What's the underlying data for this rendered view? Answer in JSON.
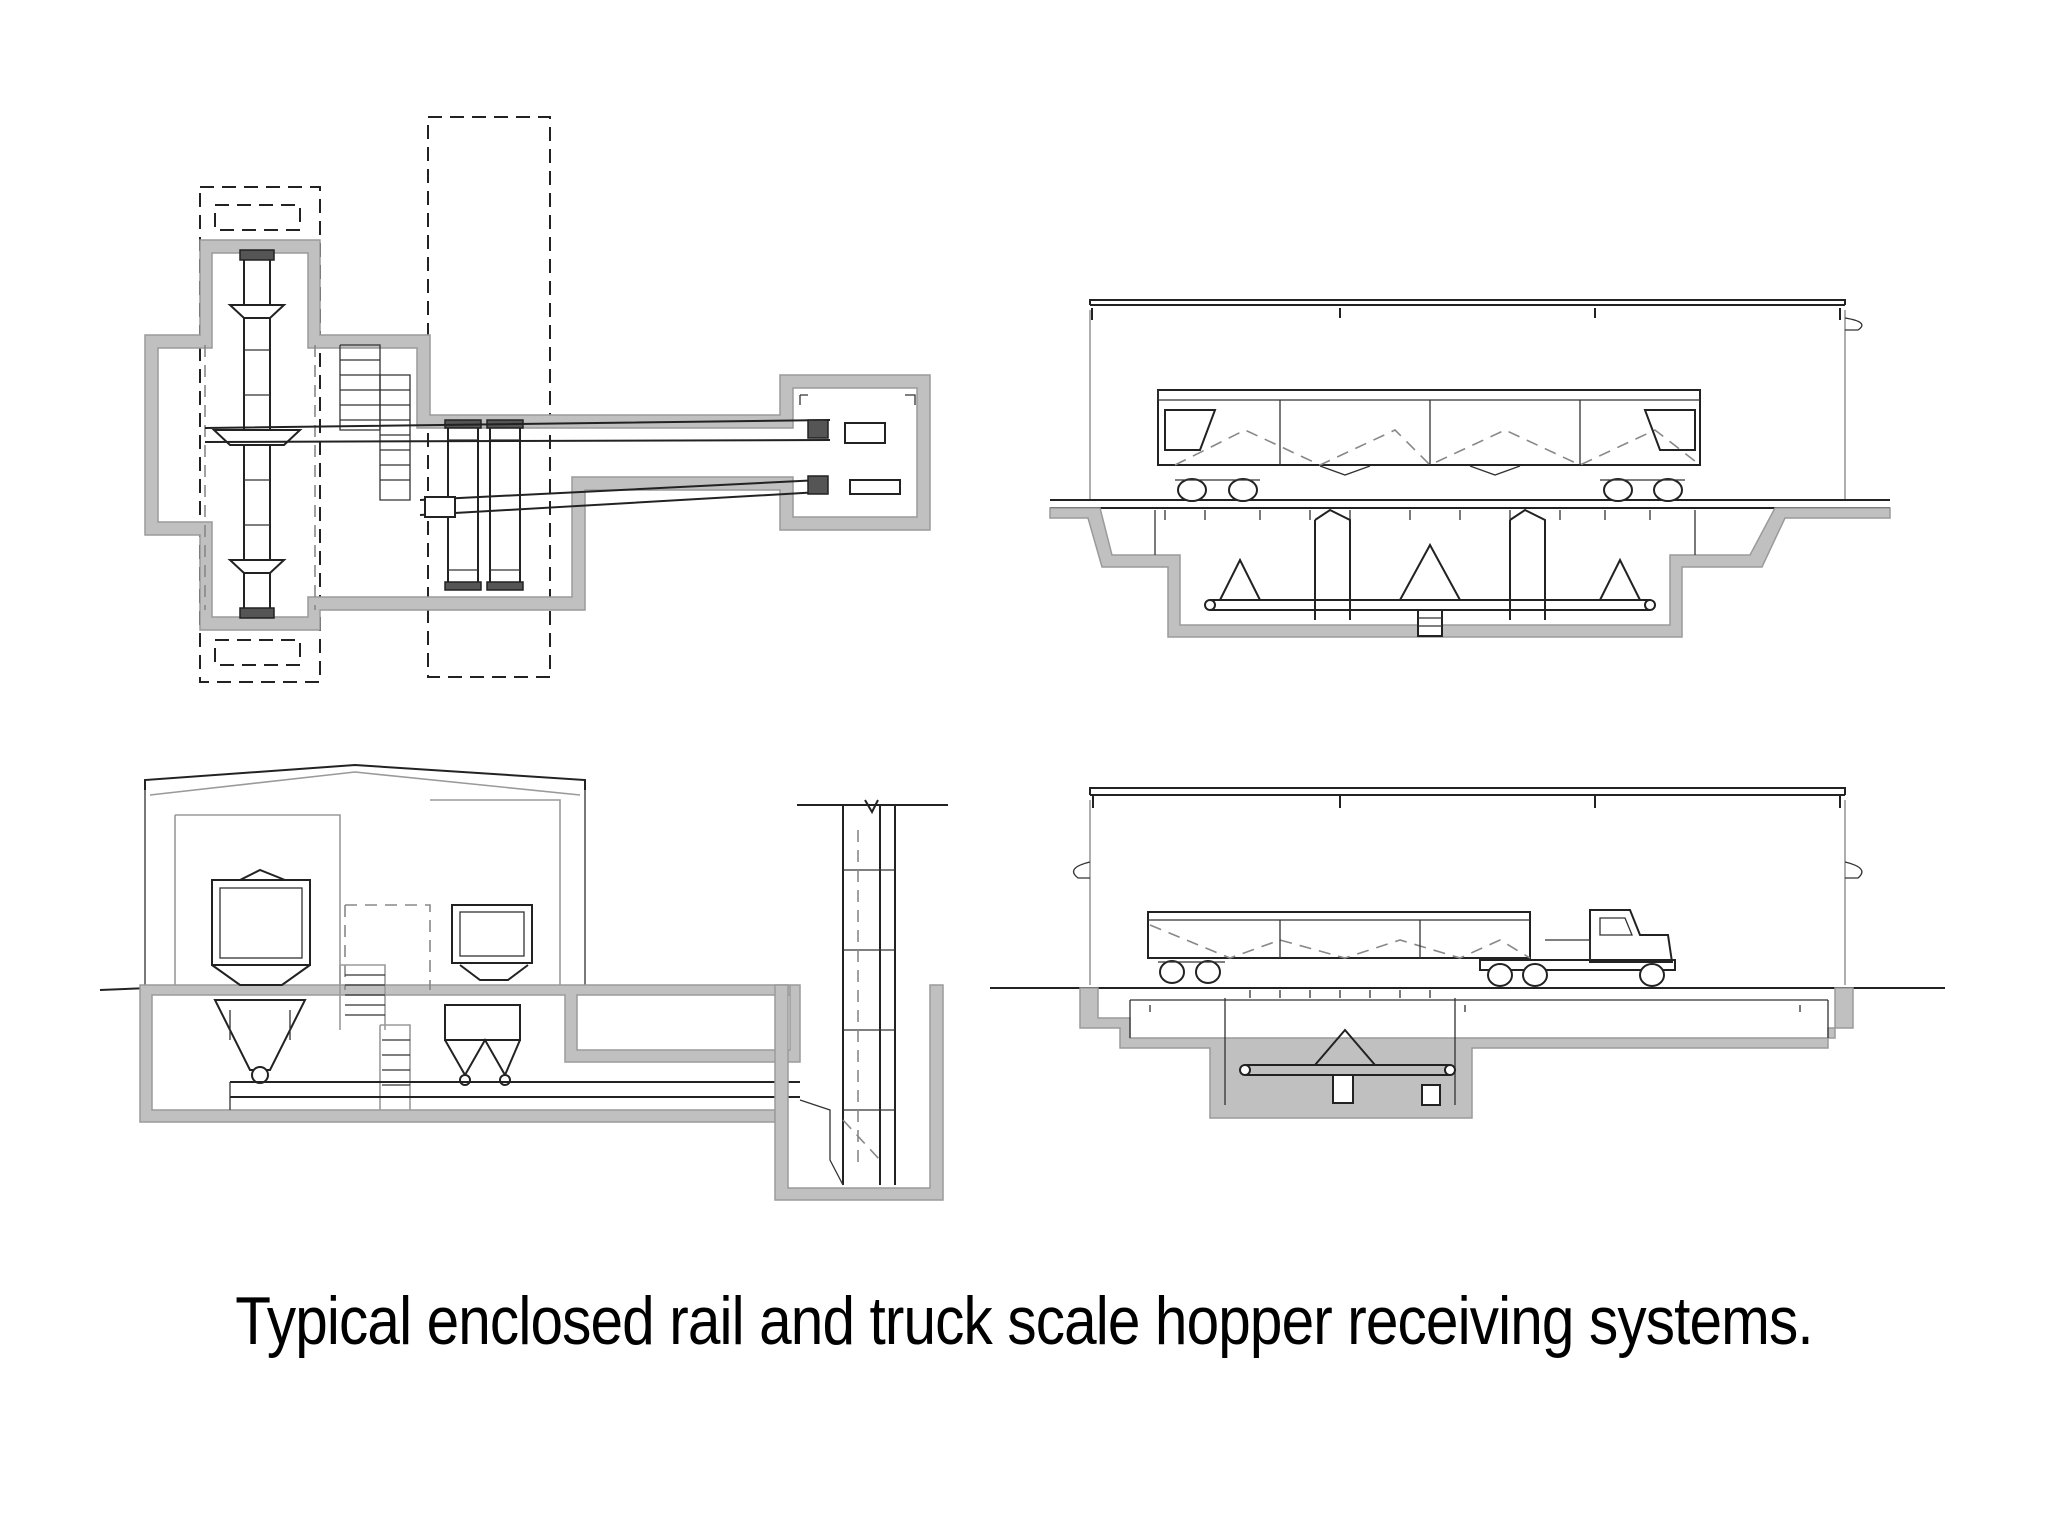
{
  "caption": "Typical enclosed rail and truck scale hopper receiving systems.",
  "views": [
    {
      "id": "plan-view"
    },
    {
      "id": "rail-section-view"
    },
    {
      "id": "elevator-section-view"
    },
    {
      "id": "truck-section-view"
    }
  ]
}
